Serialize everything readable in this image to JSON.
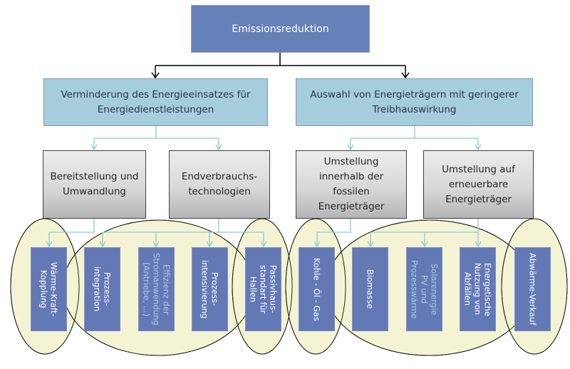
{
  "root": {
    "label": "Emissionsreduktion"
  },
  "level2": [
    {
      "label": "Verminderung des Energieeinsatzes für Energiedienstleistungen"
    },
    {
      "label": "Auswahl von Energieträgern mit geringerer Treibhauswirkung"
    }
  ],
  "level3": [
    {
      "label": "Bereitstellung und Umwandlung"
    },
    {
      "label": "Endverbrauchs-technologien"
    },
    {
      "label": "Umstellung innerhalb der fossilen Energieträger"
    },
    {
      "label": "Umstellung auf erneuerbare Energieträger"
    }
  ],
  "leaves": [
    {
      "label": "Wärme-Kraft-\nKopplung"
    },
    {
      "label": "Prozess-\nintegration"
    },
    {
      "label": "Effizienz der\nStromanwendung\n(Antriebe, ...)"
    },
    {
      "label": "Prozess-\nintensivierung"
    },
    {
      "label": "Passivhaus-\nstandart für\nHallen"
    },
    {
      "label": "Kohle - Öl - Gas"
    },
    {
      "label": "Biomasse"
    },
    {
      "label": "Solarenergie\nPV und\nProzesswärme"
    },
    {
      "label": "Energetische\nNutzung von\nAbfällen"
    },
    {
      "label": "Abwärme-Verkauf"
    }
  ],
  "colors": {
    "root_fill": "#6680b8",
    "level2_fill": "#a5cddb",
    "leaf_fill": "#6379b5",
    "group_fill": "#f4f4d4",
    "connector_teal": "#8ccbd0",
    "connector_black": "#000000"
  }
}
